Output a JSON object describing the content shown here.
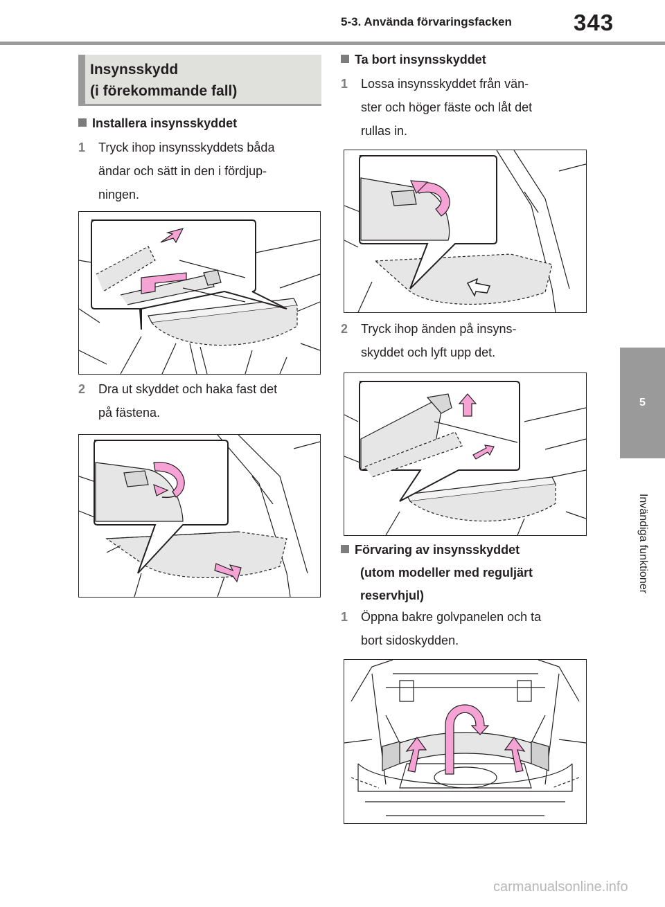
{
  "header": {
    "title": "5-3. Använda förvaringsfacken",
    "page_number": "343"
  },
  "chapter_tab": {
    "number": "5",
    "label": "Invändiga funktioner"
  },
  "section": {
    "title_line1": "Insynsskydd",
    "title_line2": "(i förekommande fall)"
  },
  "install": {
    "heading": "Installera insynsskyddet",
    "steps": [
      {
        "num": "1",
        "lines": [
          "Tryck ihop insynsskyddets båda",
          "ändar och sätt in den i fördjup-",
          "ningen."
        ]
      },
      {
        "num": "2",
        "lines": [
          "Dra ut skyddet och haka fast det",
          "på fästena."
        ]
      }
    ]
  },
  "remove": {
    "heading": "Ta bort insynsskyddet",
    "steps": [
      {
        "num": "1",
        "lines": [
          "Lossa insynsskyddet från vän-",
          "ster och höger fäste och låt det",
          "rullas in."
        ]
      },
      {
        "num": "2",
        "lines": [
          "Tryck ihop änden på insyns-",
          "skyddet och lyft upp det."
        ]
      }
    ]
  },
  "storage": {
    "heading_lines": [
      "Förvaring av insynsskyddet",
      "(utom modeller med reguljärt",
      "reservhjul)"
    ],
    "steps": [
      {
        "num": "1",
        "lines": [
          "Öppna bakre golvpanelen och ta",
          "bort sidoskydden."
        ]
      }
    ]
  },
  "colors": {
    "accent_gray": "#9a9a9a",
    "section_bg": "#e0e0dc",
    "arrow_pink": "#f4a3d4",
    "text": "#231f20"
  },
  "watermark": "carmanualsonline.info"
}
